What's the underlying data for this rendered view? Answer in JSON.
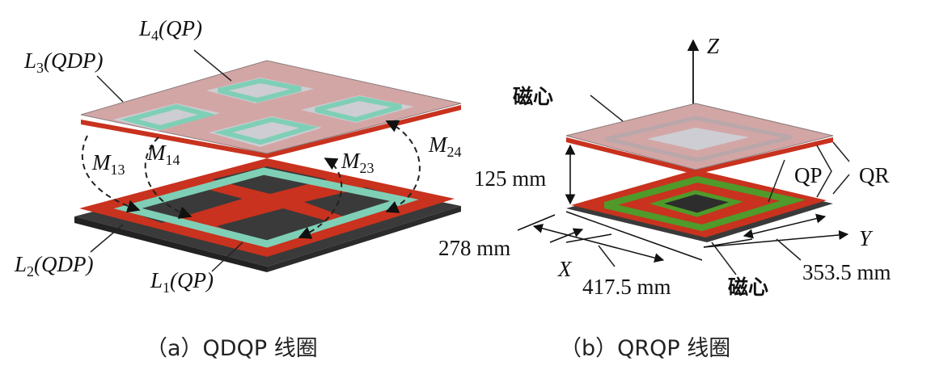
{
  "panel_a": {
    "caption": "（a）QDQP 线圈",
    "coils": {
      "L1": {
        "sym": "L",
        "sub": "1",
        "suffix": "(QP)"
      },
      "L2": {
        "sym": "L",
        "sub": "2",
        "suffix": "(QDP)"
      },
      "L3": {
        "sym": "L",
        "sub": "3",
        "suffix": "(QDP)"
      },
      "L4": {
        "sym": "L",
        "sub": "4",
        "suffix": "(QP)"
      }
    },
    "mutuals": {
      "M13": {
        "sym": "M",
        "sub": "13"
      },
      "M14": {
        "sym": "M",
        "sub": "14"
      },
      "M23": {
        "sym": "M",
        "sub": "23"
      },
      "M24": {
        "sym": "M",
        "sub": "24"
      }
    }
  },
  "panel_b": {
    "caption": "（b）QRQP 线圈",
    "axes": {
      "z": "Z",
      "y": "Y",
      "x": "X"
    },
    "labels": {
      "core_top": "磁心",
      "core_bottom": "磁心",
      "qp": "QP",
      "qr": "QR"
    },
    "dimensions": {
      "gap": "125 mm",
      "width_a": "278 mm",
      "length_x": "417.5 mm",
      "length_y": "353.5 mm"
    }
  },
  "colors": {
    "copper_red": "#c8321e",
    "teal_coil": "#7fcfb6",
    "green_coil": "#4f9a2a",
    "ferrite_grey": "#3a3a3a",
    "top_plate": "#d3a6a6"
  }
}
